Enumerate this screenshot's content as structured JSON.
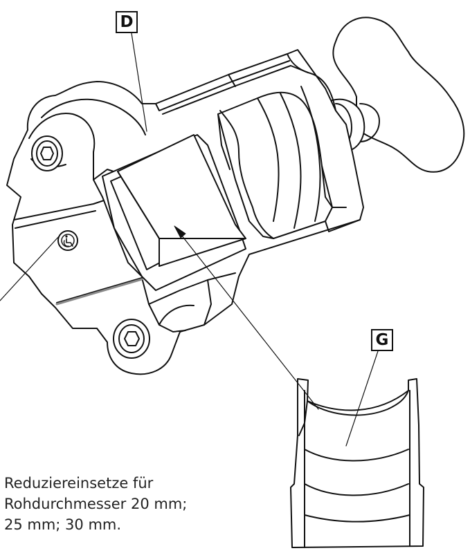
{
  "labels": {
    "d": "D",
    "g": "G"
  },
  "caption": {
    "line1": "Reduziereinsetze für",
    "line2": "Rohdurchmesser 20 mm;",
    "line3": "25 mm; 30 mm."
  },
  "colors": {
    "line": "#111111",
    "seam": "#8a8a8a",
    "background": "#ffffff"
  },
  "icons": {
    "badge": "wheelchair-icon"
  }
}
